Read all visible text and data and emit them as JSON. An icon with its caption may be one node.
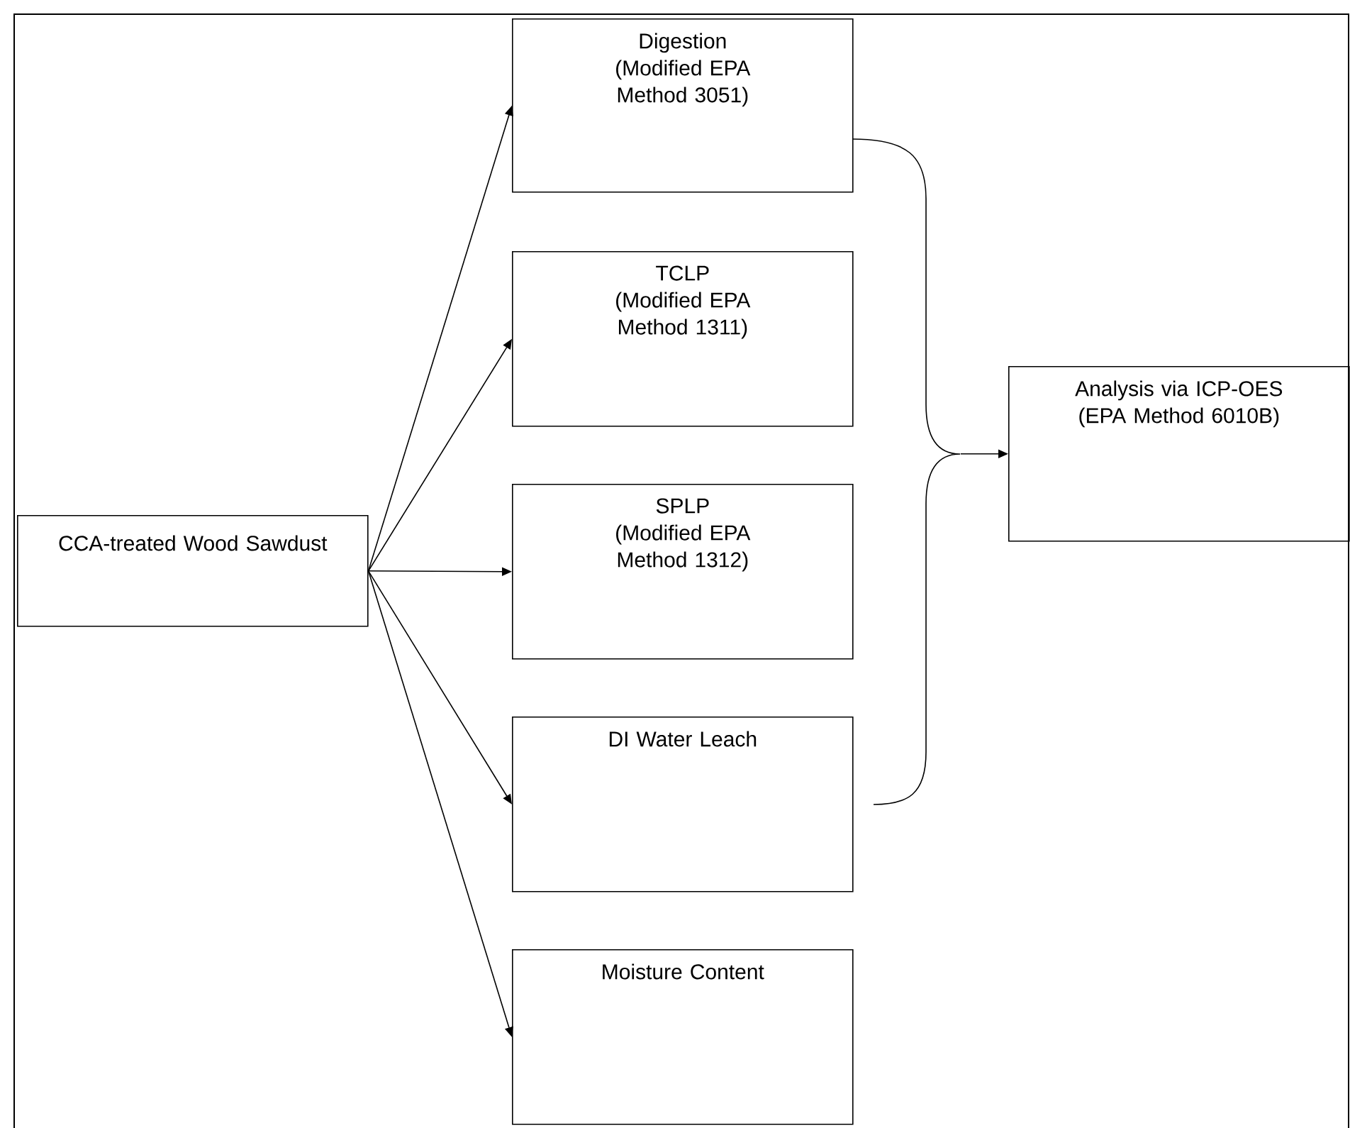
{
  "diagram": {
    "nodes": [
      {
        "text": [
          "CCA-treated Wood Sawdust"
        ]
      },
      {
        "text": [
          "Digestion",
          "(Modified EPA Method 3051)"
        ]
      },
      {
        "text": [
          "TCLP",
          "(Modified EPA Method 1311)"
        ]
      },
      {
        "text": [
          "SPLP",
          "(Modified EPA Method 1312)"
        ]
      },
      {
        "text": [
          "DI Water Leach"
        ]
      },
      {
        "text": [
          "Moisture Content"
        ]
      },
      {
        "text": [
          "Analysis via ICP-OES",
          "(EPA Method 6010B)"
        ]
      },
      {
        "text": [],
        "shape": "brace"
      }
    ],
    "edges": [
      {
        "from": 0,
        "to": 1,
        "arrow": "to"
      },
      {
        "from": 0,
        "to": 2,
        "arrow": "to"
      },
      {
        "from": 0,
        "to": 3,
        "arrow": "to"
      },
      {
        "from": 0,
        "to": 4,
        "arrow": "to"
      },
      {
        "from": 0,
        "to": 5,
        "arrow": "to"
      },
      {
        "from": 7,
        "to": 6,
        "arrow": "to"
      }
    ]
  }
}
